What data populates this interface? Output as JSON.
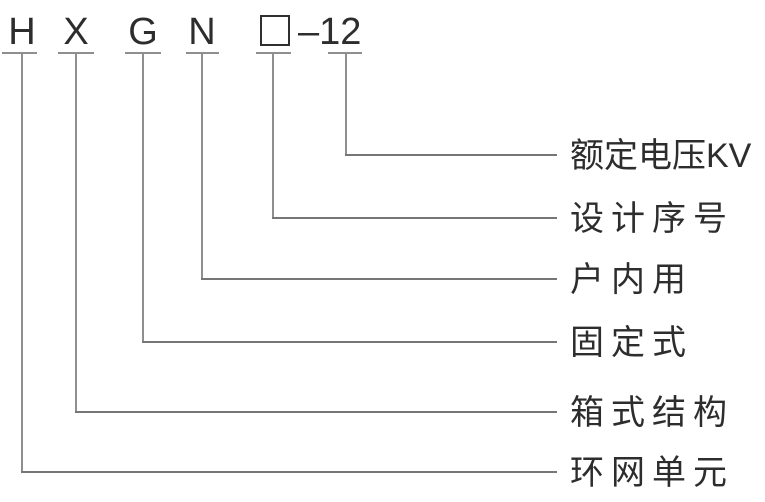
{
  "title": {
    "letters": [
      "H",
      "X",
      "G",
      "N"
    ],
    "placeholder_symbol": "□",
    "suffix": "–12"
  },
  "legend": [
    {
      "code": "12",
      "label": "额定电压KV"
    },
    {
      "code": "□",
      "label": "设计序号"
    },
    {
      "code": "N",
      "label": "户内用"
    },
    {
      "code": "G",
      "label": "固定式"
    },
    {
      "code": "X",
      "label": "箱式结构"
    },
    {
      "code": "H",
      "label": "环网单元"
    }
  ]
}
